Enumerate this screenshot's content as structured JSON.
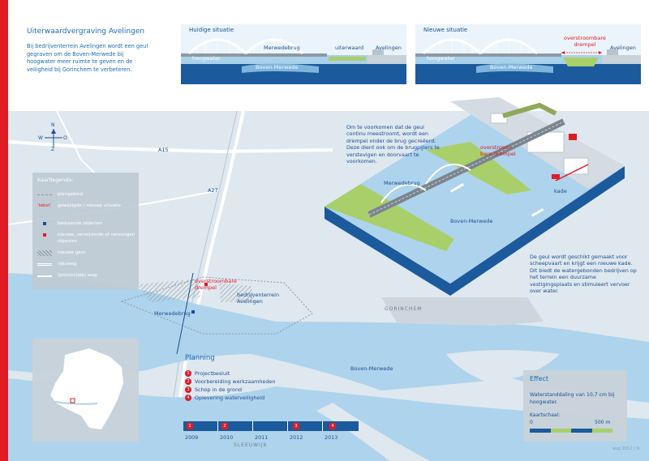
{
  "header": {
    "title": "Uiterwaardvergraving Avelingen",
    "intro": "Bij bedrijventerrein Avelingen wordt een geul gegraven om de Boven-Merwede bij hoogwater meer ruimte te geven en de veiligheid bij Gorinchem te verbeteren."
  },
  "panel_current": {
    "title": "Huidige situatie",
    "bridge": "Merwedebrug",
    "floodplain": "uiterwaard",
    "town": "Avelingen",
    "highwater": "hoogwater",
    "river": "Boven-Merwede"
  },
  "panel_new": {
    "title": "Nieuwe situatie",
    "sill": "overstroombare\ndrempel",
    "town": "Avelingen",
    "highwater": "hoogwater",
    "river": "Boven-Merwede"
  },
  "compass": {
    "n": "N",
    "s": "Z",
    "w": "W",
    "e": "O"
  },
  "map": {
    "road_a15": "A15",
    "road_a27": "A27",
    "sill": "overstroombare\ndrempel",
    "industrial": "bedrijventerrein\nAvelingen",
    "bridge": "Merwedebrug",
    "gorinchem": "GORINCHEM",
    "river": "Boven-Merwede",
    "sleeuwijk": "SLEEUWIJK"
  },
  "legend": {
    "title": "Kaartlegenda:",
    "items": [
      {
        "label": "plangebied"
      },
      {
        "marker": "'tekst'",
        "label": "gewijzigde / nieuwe situatie"
      },
      {
        "label": "bestaande objecten"
      },
      {
        "label": "nieuwe, verwijderde of vervangen objecten"
      },
      {
        "label": "nieuwe geul"
      },
      {
        "label": "rijksweg"
      },
      {
        "label": "(provinciale) weg"
      }
    ]
  },
  "view3d": {
    "note_top": "Om te voorkomen dat de geul continu meestroomt, wordt een drempel onder de brug gecreëerd. Deze dient ook om de brugpijlers te verstevigen en doorvaart te voorkomen.",
    "bridge": "Merwedebrug",
    "sill": "overstroom-\nbare drempel",
    "quay": "kade",
    "river": "Boven-Merwede",
    "note_right": "De geul wordt geschikt gemaakt voor scheepvaart en krijgt een nieuwe kade. Dit biedt de watergebonden bedrijven op het terrein een duurzame vestigingsplaats en stimuleert vervoer over water."
  },
  "planning": {
    "title": "Planning",
    "items": [
      {
        "num": "1",
        "label": "Projectbesluit"
      },
      {
        "num": "2",
        "label": "Voorbereiding werkzaamheden"
      },
      {
        "num": "3",
        "label": "Schop in de grond"
      },
      {
        "num": "4",
        "label": "Oplevering waterveiligheid"
      }
    ],
    "years": [
      "2009",
      "2010",
      "2011",
      "2012",
      "2013"
    ],
    "badges": [
      "1",
      "2",
      "3",
      "4"
    ]
  },
  "effect": {
    "title": "Effect",
    "text": "Waterstanddaling van 10,7 cm bij hoogwater.",
    "scale_title": "Kaartschaal:",
    "scale_min": "0",
    "scale_max": "500 m"
  },
  "footer": "aug 2012 / 9",
  "colors": {
    "accent_red": "#e01b24",
    "water": "#aed3ec",
    "deep_blue": "#1b5a9c",
    "land": "#dfe8ef",
    "green": "#a9cf6a"
  }
}
